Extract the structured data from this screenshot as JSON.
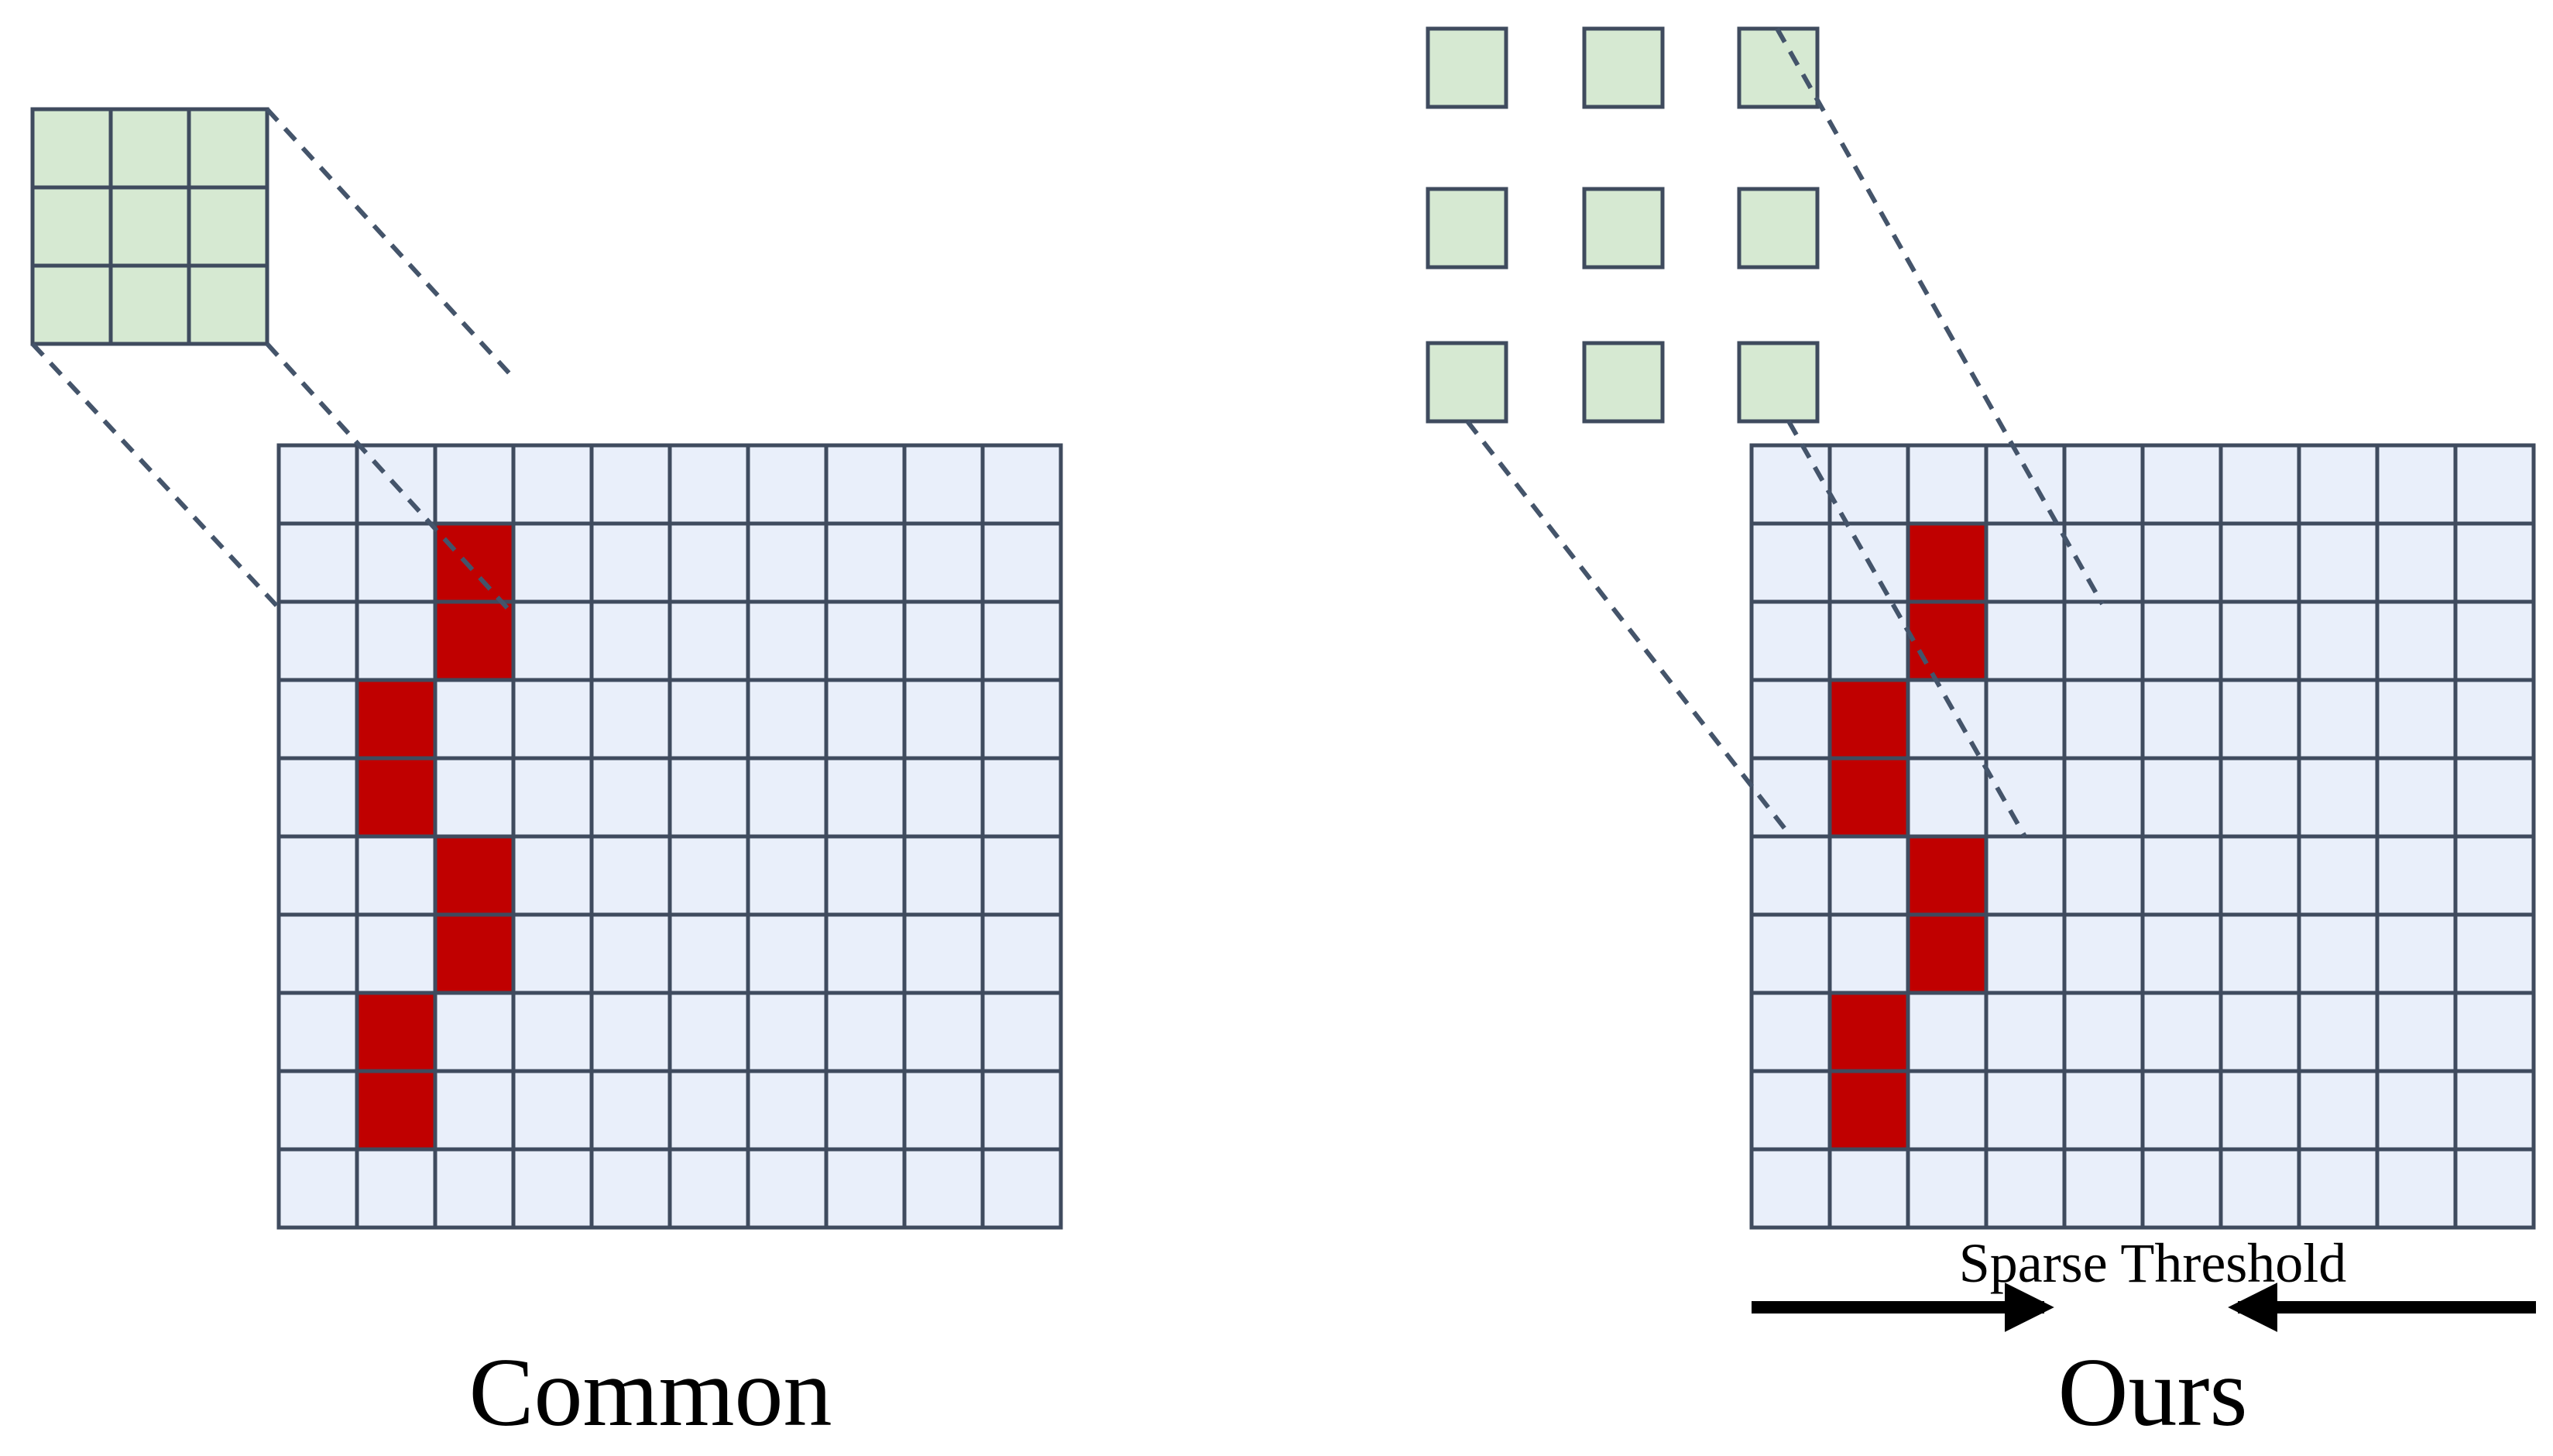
{
  "colors": {
    "grid_fill": "#E9EFFA",
    "grid_stroke": "#3F4B5E",
    "active_fill": "#C00000",
    "kernel_fill": "#D6E9D2",
    "dash_stroke": "#44546A",
    "arrow": "#000000"
  },
  "common": {
    "label": "Common",
    "grid": {
      "rows": 10,
      "cols": 10
    },
    "active_cells": [
      [
        1,
        2
      ],
      [
        2,
        2
      ],
      [
        3,
        1
      ],
      [
        4,
        1
      ],
      [
        5,
        2
      ],
      [
        6,
        2
      ],
      [
        7,
        1
      ],
      [
        8,
        1
      ]
    ],
    "kernel": {
      "rows": 3,
      "cols": 3,
      "type": "dense"
    }
  },
  "ours": {
    "label": "Ours",
    "grid": {
      "rows": 10,
      "cols": 10
    },
    "active_cells": [
      [
        1,
        2
      ],
      [
        2,
        2
      ],
      [
        3,
        1
      ],
      [
        4,
        1
      ],
      [
        5,
        2
      ],
      [
        6,
        2
      ],
      [
        7,
        1
      ],
      [
        8,
        1
      ]
    ],
    "kernel": {
      "rows": 3,
      "cols": 3,
      "type": "dilated"
    },
    "threshold_label": "Sparse Threshold"
  }
}
